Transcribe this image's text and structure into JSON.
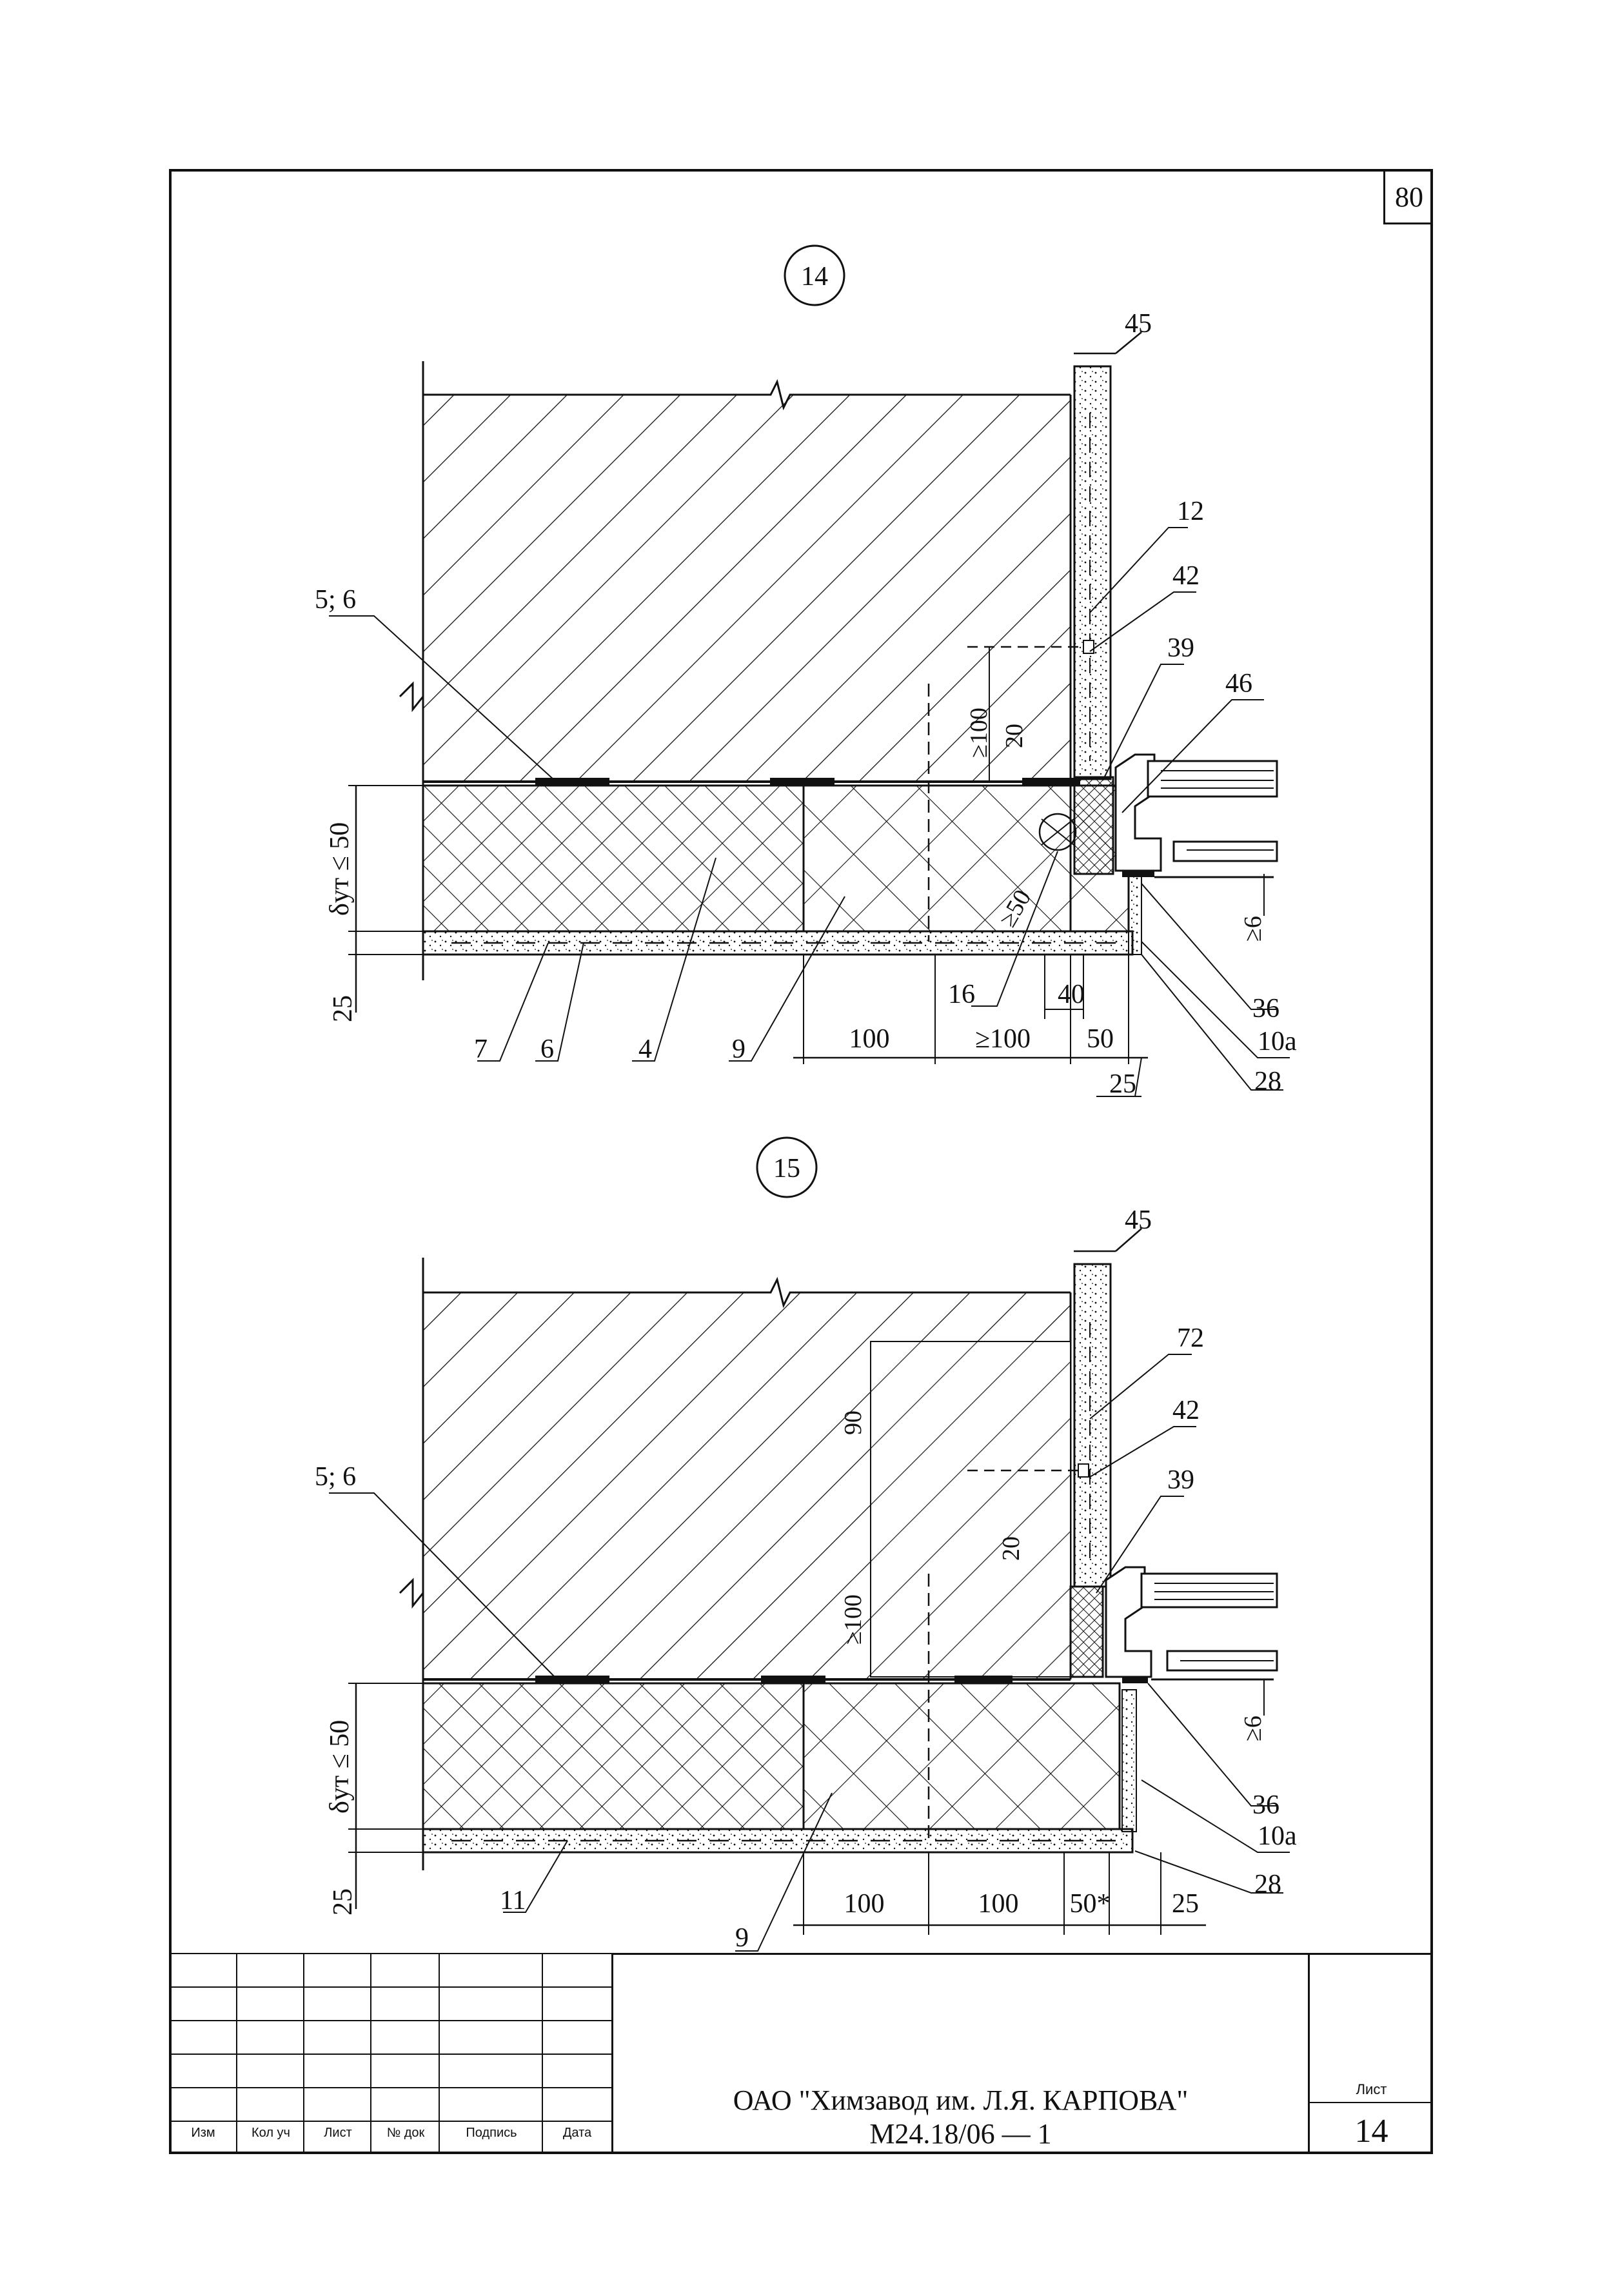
{
  "page": {
    "corner_number": "80"
  },
  "detail_14": {
    "marker": "14",
    "labels": {
      "top_dim": "45",
      "callout_12": "12",
      "callout_42": "42",
      "callout_5_6": "5; 6",
      "callout_39": "39",
      "callout_46": "46",
      "dim_100v": "≥100",
      "dim_20": "20",
      "dim_50": "≥50",
      "delta": "δут ≤ 50",
      "dim_25v": "25",
      "dim_6": "≥6",
      "callout_36": "36",
      "callout_16": "16",
      "dim_40": "40",
      "callout_10a": "10а",
      "callout_7": "7",
      "callout_6": "6",
      "callout_4": "4",
      "callout_9": "9",
      "dim_100": "100",
      "dim_ge100": "≥100",
      "dim_50h": "50",
      "dim_25h": "25",
      "callout_28": "28"
    }
  },
  "detail_15": {
    "marker": "15",
    "labels": {
      "top_dim": "45",
      "callout_72": "72",
      "dim_90": "90",
      "callout_42": "42",
      "callout_5_6": "5; 6",
      "callout_39": "39",
      "dim_20": "20",
      "dim_100v": "≥100",
      "delta": "δут ≤ 50",
      "dim_6": "≥6",
      "callout_36": "36",
      "callout_10a": "10а",
      "dim_25v": "25",
      "callout_11": "11",
      "callout_28": "28",
      "callout_9": "9",
      "dim_100a": "100",
      "dim_100b": "100",
      "dim_50s": "50*",
      "dim_25h": "25"
    }
  },
  "title_block": {
    "headers": [
      "Изм",
      "Кол уч",
      "Лист",
      "№ док",
      "Подпись",
      "Дата"
    ],
    "organization": "ОАО \"Химзавод им. Л.Я. КАРПОВА\"",
    "document_code": "М24.18/06 — 1",
    "sheet_label": "Лист",
    "sheet_number": "14"
  }
}
